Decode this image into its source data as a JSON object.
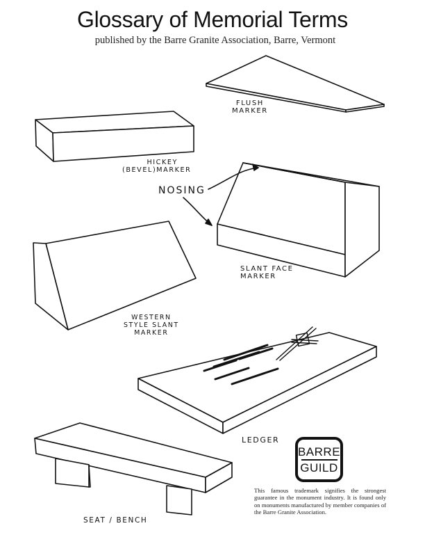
{
  "header": {
    "title": "Glossary of Memorial Terms",
    "subtitle": "published by the Barre Granite Association, Barre, Vermont"
  },
  "labels": {
    "flush": [
      "FLUSH",
      "MARKER"
    ],
    "hickey": [
      "HICKEY",
      "(BEVEL)MARKER"
    ],
    "nosing": "NOSING",
    "slant_face": [
      "SLANT FACE",
      "MARKER"
    ],
    "western": [
      "WESTERN",
      "STYLE SLANT",
      "MARKER"
    ],
    "ledger": "LEDGER",
    "bench": "SEAT / BENCH"
  },
  "logo": {
    "line1": "BARRE",
    "line2": "GUILD"
  },
  "trademark_text": "This famous trademark signifies the strongest guarantee in the monument industry. It is found only on monuments manufactured by member companies of the Barre Granite Association.",
  "colors": {
    "ink": "#111111",
    "paper": "#ffffff"
  }
}
